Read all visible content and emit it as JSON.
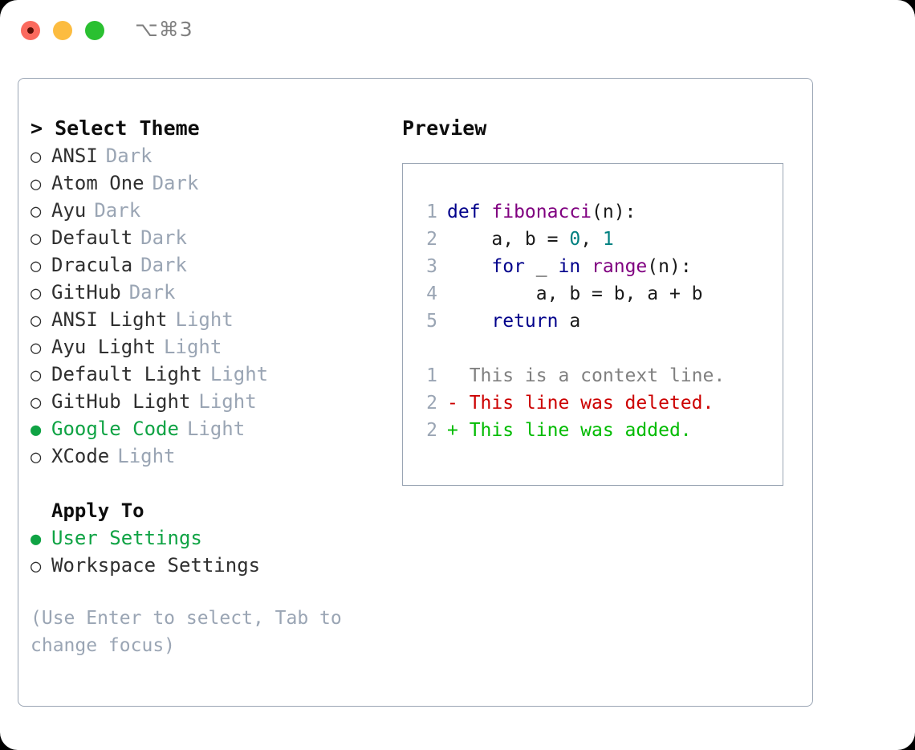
{
  "window": {
    "shortcut_label": "⌥⌘3",
    "traffic_lights": [
      "close-red",
      "minimize-yellow",
      "zoom-green"
    ]
  },
  "colors": {
    "accent_green": "#0fa344",
    "muted": "#9aa5b4",
    "text": "#2f2f2f",
    "keyword": "#00008b",
    "function": "#800080",
    "number": "#008080",
    "diff_add": "#00bb00",
    "diff_del": "#cc0000",
    "diff_ctx": "#808080"
  },
  "theme_picker": {
    "heading": "> Select Theme",
    "items": [
      {
        "marker": "○",
        "name": "ANSI",
        "badge": "Dark",
        "selected": false
      },
      {
        "marker": "○",
        "name": "Atom One",
        "badge": "Dark",
        "selected": false
      },
      {
        "marker": "○",
        "name": "Ayu",
        "badge": "Dark",
        "selected": false
      },
      {
        "marker": "○",
        "name": "Default",
        "badge": "Dark",
        "selected": false
      },
      {
        "marker": "○",
        "name": "Dracula",
        "badge": "Dark",
        "selected": false
      },
      {
        "marker": "○",
        "name": "GitHub",
        "badge": "Dark",
        "selected": false
      },
      {
        "marker": "○",
        "name": "ANSI Light",
        "badge": "Light",
        "selected": false
      },
      {
        "marker": "○",
        "name": "Ayu Light",
        "badge": "Light",
        "selected": false
      },
      {
        "marker": "○",
        "name": "Default Light",
        "badge": "Light",
        "selected": false
      },
      {
        "marker": "○",
        "name": "GitHub Light",
        "badge": "Light",
        "selected": false
      },
      {
        "marker": "●",
        "name": "Google Code",
        "badge": "Light",
        "selected": true
      },
      {
        "marker": "○",
        "name": "XCode",
        "badge": "Light",
        "selected": false
      }
    ]
  },
  "apply_to": {
    "heading": "Apply To",
    "items": [
      {
        "marker": "●",
        "name": "User Settings",
        "selected": true
      },
      {
        "marker": "○",
        "name": "Workspace Settings",
        "selected": false
      }
    ]
  },
  "hint": "(Use Enter to select, Tab to change focus)",
  "preview": {
    "title": "Preview",
    "code_lines": [
      {
        "number": "1",
        "tokens": [
          {
            "text": "def ",
            "cls": "tok-kw"
          },
          {
            "text": "fibonacci",
            "cls": "tok-fn"
          },
          {
            "text": "(n):",
            "cls": "tok-pl"
          }
        ]
      },
      {
        "number": "2",
        "tokens": [
          {
            "text": "    a, b = ",
            "cls": "tok-pl"
          },
          {
            "text": "0",
            "cls": "tok-num"
          },
          {
            "text": ", ",
            "cls": "tok-pl"
          },
          {
            "text": "1",
            "cls": "tok-num"
          }
        ]
      },
      {
        "number": "3",
        "tokens": [
          {
            "text": "    for ",
            "cls": "tok-kw"
          },
          {
            "text": "_ ",
            "cls": "tok-pl"
          },
          {
            "text": "in ",
            "cls": "tok-kw"
          },
          {
            "text": "range",
            "cls": "tok-fn"
          },
          {
            "text": "(n):",
            "cls": "tok-pl"
          }
        ]
      },
      {
        "number": "4",
        "tokens": [
          {
            "text": "        a, b = b, a + b",
            "cls": "tok-pl"
          }
        ]
      },
      {
        "number": "5",
        "tokens": [
          {
            "text": "    return ",
            "cls": "tok-kw"
          },
          {
            "text": "a",
            "cls": "tok-pl"
          }
        ]
      }
    ],
    "diff_lines": [
      {
        "number": "1",
        "text": "  This is a context line.",
        "kind": "diff-ctx"
      },
      {
        "number": "2",
        "text": "- This line was deleted.",
        "kind": "diff-del"
      },
      {
        "number": "2",
        "text": "+ This line was added.",
        "kind": "diff-add"
      }
    ]
  }
}
